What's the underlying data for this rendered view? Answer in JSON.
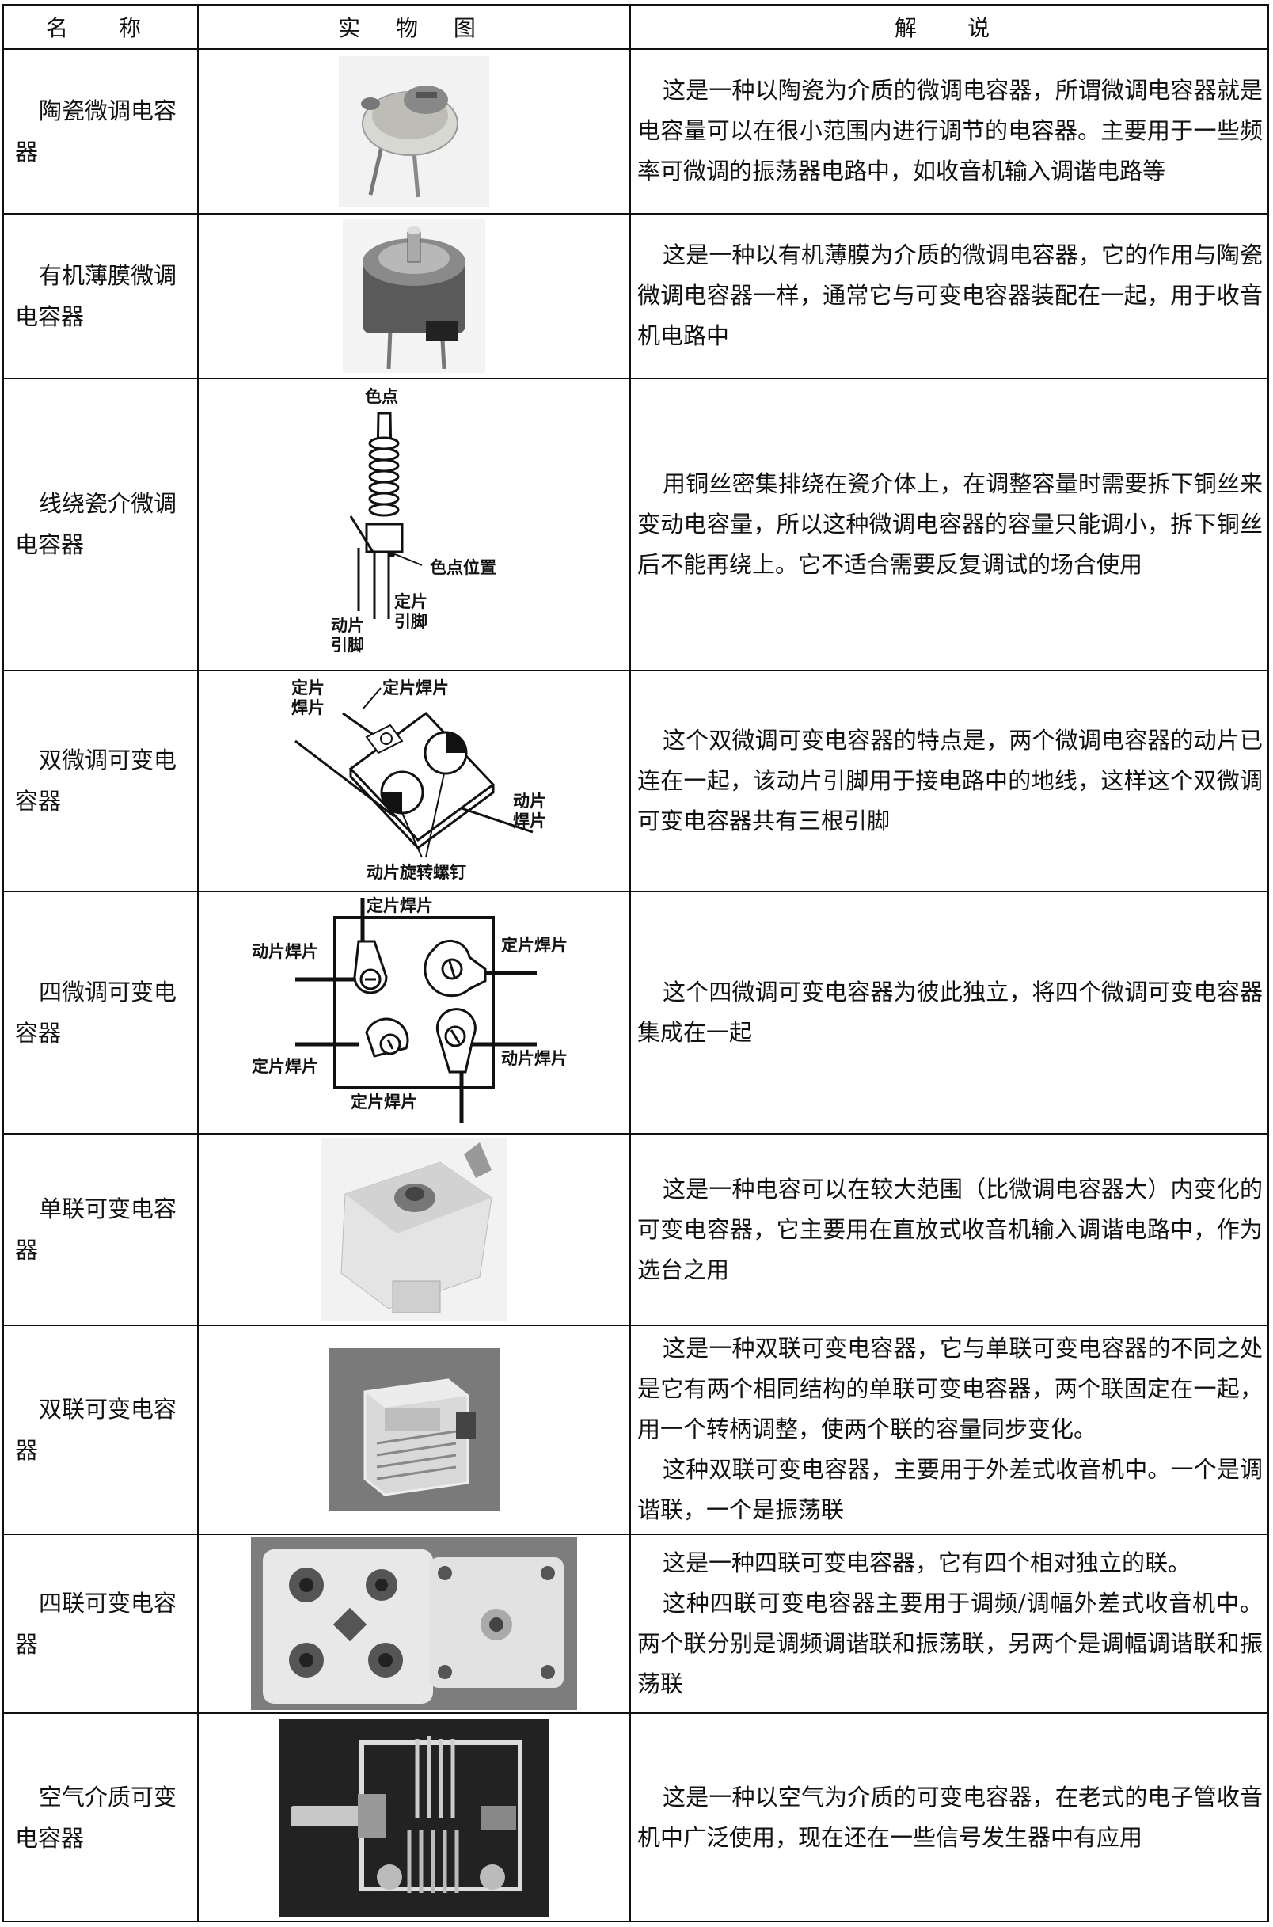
{
  "header": {
    "name": "名　称",
    "image": "实 物 图",
    "desc": "解　说"
  },
  "rows": [
    {
      "name": "陶瓷微调电容器",
      "desc": [
        "这是一种以陶瓷为介质的微调电容器，所谓微调电容器就是电容量可以在很小范围内进行调节的电容器。主要用于一些频率可微调的振荡器电路中，如收音机输入调谐电路等"
      ]
    },
    {
      "name": "有机薄膜微调电容器",
      "desc": [
        "这是一种以有机薄膜为介质的微调电容器，它的作用与陶瓷微调电容器一样，通常它与可变电容器装配在一起，用于收音机电路中"
      ]
    },
    {
      "name": "线绕瓷介微调电容器",
      "desc": [
        "用铜丝密集排绕在瓷介体上，在调整容量时需要拆下铜丝来变动电容量，所以这种微调电容器的容量只能调小，拆下铜丝后不能再绕上。它不适合需要反复调试的场合使用"
      ],
      "labels": {
        "dot": "色点",
        "dot_pos": "色点位置",
        "moving_pin_1": "动片",
        "moving_pin_2": "引脚",
        "fixed_pin_1": "定片",
        "fixed_pin_2": "引脚"
      }
    },
    {
      "name": "双微调可变电容器",
      "desc": [
        "这个双微调可变电容器的特点是，两个微调电容器的动片已连在一起，该动片引脚用于接电路中的地线，这样这个双微调可变电容器共有三根引脚"
      ],
      "labels": {
        "fixed_1": "定片",
        "fixed_2": "焊片",
        "fixed_tab": "定片焊片",
        "moving_1": "动片",
        "moving_2": "焊片",
        "screw": "动片旋转螺钉"
      }
    },
    {
      "name": "四微调可变电容器",
      "desc": [
        "这个四微调可变电容器为彼此独立，将四个微调可变电容器集成在一起"
      ],
      "labels": {
        "top": "定片焊片",
        "left": "动片焊片",
        "right_top": "定片焊片",
        "right_bottom": "动片焊片",
        "left_bottom": "定片焊片",
        "bottom": "定片焊片"
      }
    },
    {
      "name": "单联可变电容器",
      "desc": [
        "这是一种电容可以在较大范围（比微调电容器大）内变化的可变电容器，它主要用在直放式收音机输入调谐电路中，作为选台之用"
      ]
    },
    {
      "name": "双联可变电容器",
      "desc": [
        "这是一种双联可变电容器，它与单联可变电容器的不同之处是它有两个相同结构的单联可变电容器，两个联固定在一起，用一个转柄调整，使两个联的容量同步变化。",
        "这种双联可变电容器，主要用于外差式收音机中。一个是调谐联，一个是振荡联"
      ]
    },
    {
      "name": "四联可变电容器",
      "desc": [
        "这是一种四联可变电容器，它有四个相对独立的联。",
        "这种四联可变电容器主要用于调频/调幅外差式收音机中。两个联分别是调频调谐联和振荡联，另两个是调幅调谐联和振荡联"
      ]
    },
    {
      "name": "空气介质可变电容器",
      "desc": [
        "这是一种以空气为介质的可变电容器，在老式的电子管收音机中广泛使用，现在还在一些信号发生器中有应用"
      ]
    }
  ]
}
